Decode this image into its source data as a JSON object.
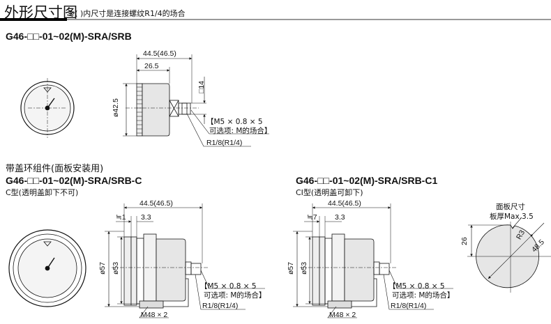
{
  "header": {
    "title": "外形尺寸图",
    "note": "※(   )内尺寸是连接螺纹R1/4的场合"
  },
  "section1": {
    "model": "G46-□□-01~02(M)-SRA/SRB",
    "dims": {
      "overall_length": "44.5(46.5)",
      "body_length": "26.5",
      "diameter": "ø42.5",
      "hex": "□14",
      "option_line1": "【M5 × 0.8 × 5",
      "option_line2": "可选项: M的场合】",
      "thread": "R1/8(R1/4)"
    }
  },
  "section2": {
    "heading": "带盖环组件(面板安装用)",
    "left": {
      "model": "G46-□□-01~02(M)-SRA/SRB-C",
      "subtitle": "C型(透明盖卸下不可)",
      "dims": {
        "overall_length": "44.5(46.5)",
        "gap": "≒1",
        "flange": "3.3",
        "outer_diameter": "ø57",
        "inner_diameter": "ø53",
        "option_line1": "【M5 × 0.8 × 5",
        "option_line2": "可选项: M的场合】",
        "thread": "R1/8(R1/4)",
        "ring_thread": "M48 × 2"
      }
    },
    "right": {
      "model": "G46-□□-01~02(M)-SRA/SRB-C1",
      "subtitle": "CI型(透明盖可卸下)",
      "dims": {
        "overall_length": "44.5(46.5)",
        "gap": "≒7",
        "flange": "3.3",
        "outer_diameter": "ø57",
        "inner_diameter": "ø53",
        "option_line1": "【M5 × 0.8 × 5",
        "option_line2": "可选项: M的场合】",
        "thread": "R1/8(R1/4)",
        "ring_thread": "M48 × 2"
      }
    },
    "panel": {
      "title": "面板尺寸",
      "thickness": "板厚Max.3.5",
      "notch_radius": "R3",
      "diameter": "48.5",
      "notch_height": "26"
    }
  }
}
